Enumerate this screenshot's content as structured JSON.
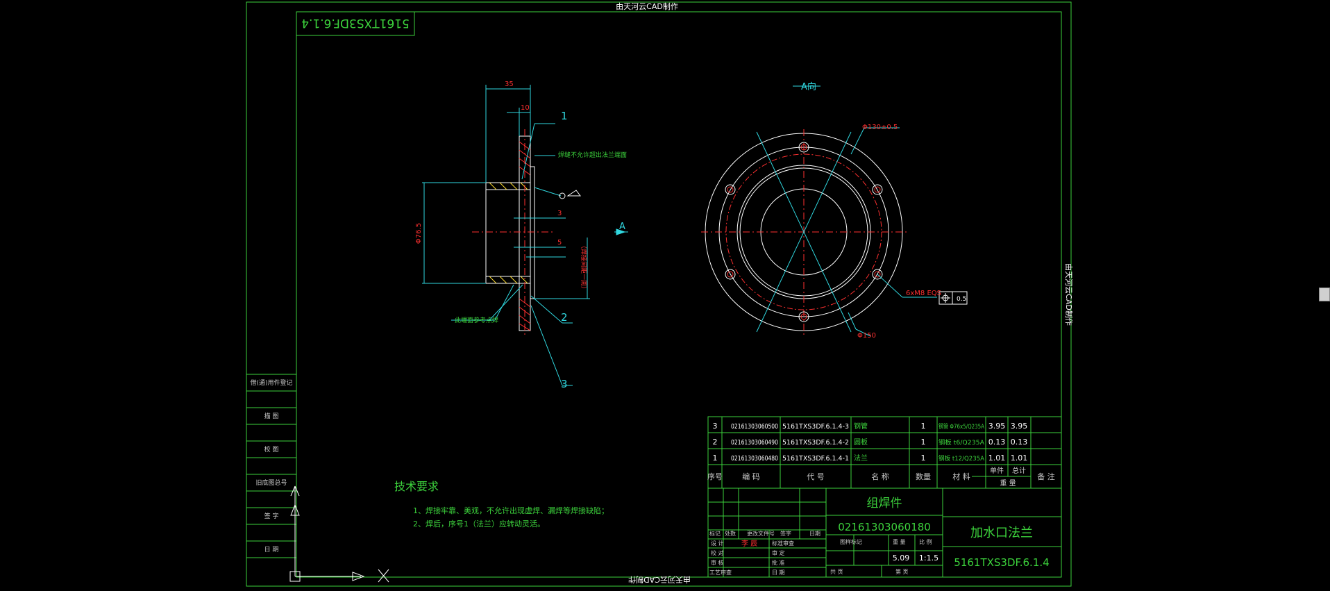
{
  "watermark": {
    "top": "由天河云CAD制作",
    "bottom": "由天河云CAD制作",
    "right": "由天河云CAD制作"
  },
  "drawing_code_mirrored": "5161TXS3DF.6.1.4",
  "view_label": "A向",
  "view_arrow_label": "A",
  "dims": {
    "d35": "35",
    "d10": "10",
    "d3": "3",
    "d5": "5",
    "dia_left": "Φ76.5",
    "dia_outer": "Φ130±0.5",
    "dia_150": "Φ150",
    "holes": "6xM8 EQS",
    "tol": "0.5"
  },
  "callouts": [
    "1",
    "2",
    "3"
  ],
  "weld_notes": {
    "top": "焊缝不允许超出法兰端面",
    "bottom": "此端面参考点焊",
    "right_vertical": "（焊接间距一周）"
  },
  "tech_req": {
    "title": "技术要求",
    "items": [
      "1、焊接牢靠、美观，不允许出现虚焊、漏焊等焊接缺陷；",
      "2、焊后，序号1（法兰）应转动灵活。"
    ]
  },
  "left_strip": [
    "借(通)用件登记",
    "描 图",
    "校 图",
    "旧底图总号",
    "签 字",
    "日 期"
  ],
  "bom": {
    "rows": [
      {
        "seq": "3",
        "code": "02161303060500",
        "drawing": "5161TXS3DF.6.1.4-3",
        "name": "钢管",
        "qty": "1",
        "material": "钢管 Φ76x5/Q235A",
        "unit": "3.95",
        "total": "3.95",
        "note": ""
      },
      {
        "seq": "2",
        "code": "02161303060490",
        "drawing": "5161TXS3DF.6.1.4-2",
        "name": "圆板",
        "qty": "1",
        "material": "钢板 t6/Q235A",
        "unit": "0.13",
        "total": "0.13",
        "note": ""
      },
      {
        "seq": "1",
        "code": "02161303060480",
        "drawing": "5161TXS3DF.6.1.4-1",
        "name": "法兰",
        "qty": "1",
        "material": "钢板 t12/Q235A",
        "unit": "1.01",
        "total": "1.01",
        "note": ""
      }
    ],
    "header": {
      "seq": "序号",
      "code": "编  码",
      "drawing": "代  号",
      "name": "名  称",
      "qty": "数量",
      "material": "材  料",
      "unit": "单件",
      "total": "总计",
      "weight": "重  量",
      "note": "备 注"
    }
  },
  "title_block": {
    "type": "组焊件",
    "code": "02161303060180",
    "name": "加水口法兰",
    "drawing_no": "5161TXS3DF.6.1.4",
    "weight": "5.09",
    "scale": "1:1.5",
    "labels": {
      "mark": "标记",
      "count": "处数",
      "change_doc": "更改文件号",
      "sign": "签字",
      "date": "日期",
      "design": "设 计",
      "check": "校 对",
      "review": "审 核",
      "process": "工艺审查",
      "std": "标准审查",
      "verify": "审 定",
      "approve": "批 准",
      "date2": "日 期",
      "stage": "图样标记",
      "weight_lbl": "重 量",
      "scale_lbl": "比 例",
      "sheets": "共   页",
      "sheet": "第   页"
    },
    "designer_sig": "李 辰"
  }
}
